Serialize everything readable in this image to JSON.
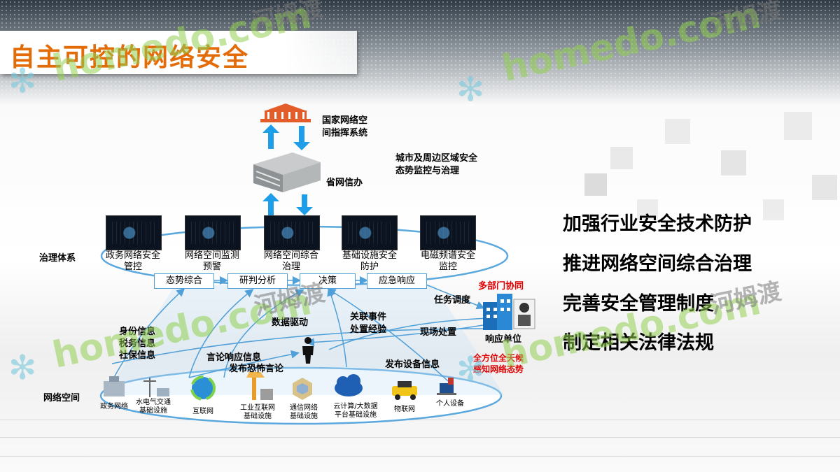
{
  "title": "自主可控的网络安全",
  "watermark": {
    "en": "homedo.com",
    "cn": "河姆渡"
  },
  "top": {
    "national": [
      "国家网络空",
      "间指挥系统"
    ],
    "province": "省网信办",
    "city": [
      "城市及周边区域安全",
      "态势监控与治理"
    ]
  },
  "governance": {
    "label": "治理体系",
    "screens": [
      [
        "政务网络安全",
        "管控"
      ],
      [
        "网络空间监测",
        "预警"
      ],
      [
        "网络空间综合",
        "治理"
      ],
      [
        "基础设施安全",
        "防护"
      ],
      [
        "电磁频谱安全",
        "监控"
      ]
    ],
    "steps": [
      "态势综合",
      "研判分析",
      "决策",
      "应急响应"
    ]
  },
  "flows": {
    "task_dispatch": "任务调度",
    "multi_dept": "多部门协同",
    "responder": "响应单位",
    "onsite": "现场处置",
    "data_driven": "数据驱动",
    "related_event": [
      "关联事件",
      "处置经验"
    ],
    "identity": [
      "身份信息",
      "税务信息",
      "社保信息"
    ],
    "speech": [
      "言论响应信息",
      "发布恐怖言论"
    ],
    "device_info": "发布设备信息",
    "all_round": [
      "全方位全天候",
      "感知网络态势"
    ]
  },
  "cyberspace": {
    "label": "网络空间",
    "items": [
      [
        "政务网络"
      ],
      [
        "水电气交通",
        "基础设施"
      ],
      [
        "互联网"
      ],
      [
        "工业互联网",
        "基础设施"
      ],
      [
        "通信网络",
        "基础设施"
      ],
      [
        "云计算/大数据",
        "平台基础设施"
      ],
      [
        "物联网"
      ],
      [
        "个人设备"
      ]
    ]
  },
  "measures": [
    "加强行业安全技术防护",
    "推进网络空间综合治理",
    "完善安全管理制度",
    "制定相关法律法规"
  ],
  "colors": {
    "accent": "#e36c09",
    "arrow": "#4f9fd8",
    "alert": "#e00000"
  }
}
